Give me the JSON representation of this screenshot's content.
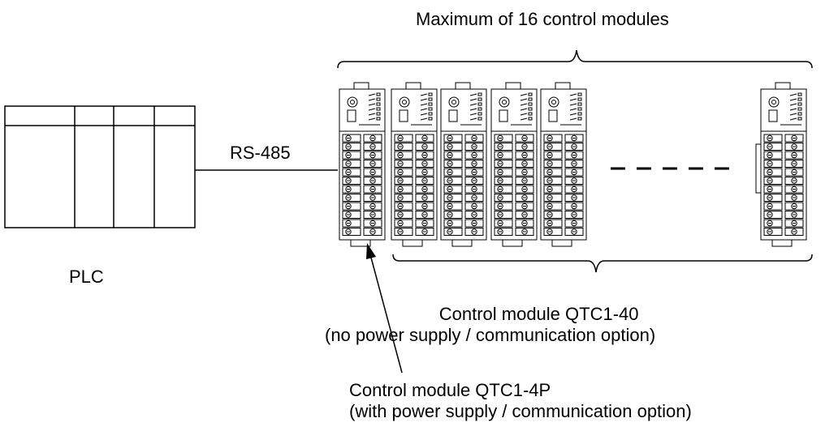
{
  "labels": {
    "max_modules": "Maximum of 16 control modules",
    "link": "RS-485",
    "plc": "PLC",
    "qtc40_line1": "Control module QTC1-40",
    "qtc40_line2": "(no power supply / communication option)",
    "qtc4p_line1": "Control module QTC1-4P",
    "qtc4p_line2": "(with power supply / communication option)"
  }
}
